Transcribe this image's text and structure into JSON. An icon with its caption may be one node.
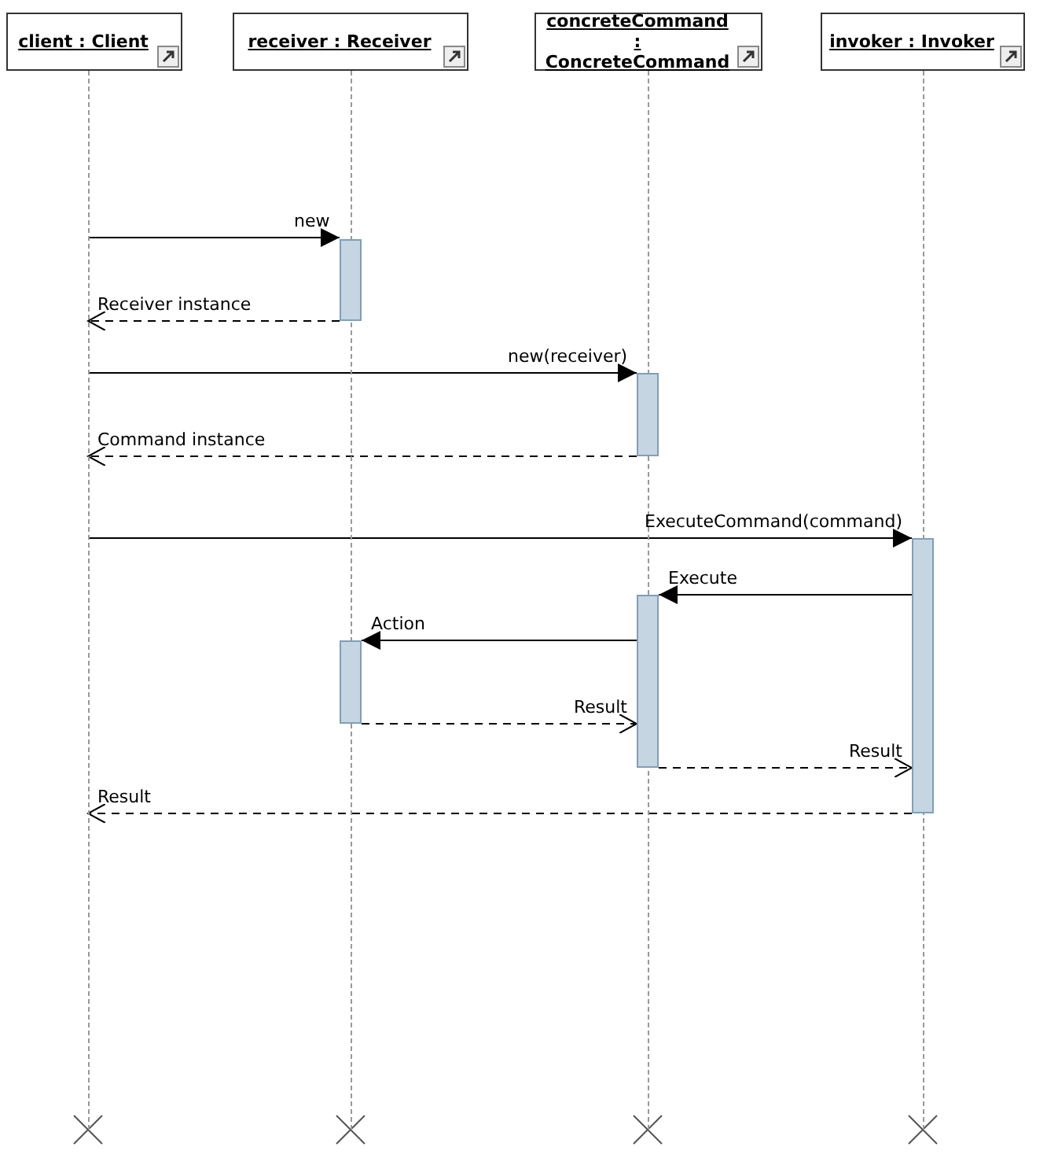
{
  "diagram": {
    "nodes": [
      {
        "text": [
          "client : Client"
        ]
      },
      {
        "text": [
          "receiver : Receiver"
        ]
      },
      {
        "text": [
          "concreteCommand : ConcreteCommand"
        ]
      },
      {
        "text": [
          "invoker : Invoker"
        ]
      },
      {
        "text": [],
        "shape": "line"
      },
      {
        "text": [],
        "shape": "line"
      },
      {
        "text": [],
        "shape": "line"
      },
      {
        "text": [],
        "shape": "line"
      },
      {
        "text": [],
        "shape": "bar"
      },
      {
        "text": [],
        "shape": "bar"
      },
      {
        "text": [],
        "shape": "bar"
      },
      {
        "text": [],
        "shape": "bar"
      },
      {
        "text": [],
        "shape": "bar"
      }
    ],
    "edges": [
      {
        "from": 4,
        "to": 8,
        "arrow": "to",
        "label": "new"
      },
      {
        "from": 8,
        "to": 4,
        "arrow": "to",
        "label": "Receiver instance",
        "style": "dashed"
      },
      {
        "from": 4,
        "to": 9,
        "arrow": "to",
        "label": "new(receiver)"
      },
      {
        "from": 9,
        "to": 4,
        "arrow": "to",
        "label": "Command instance",
        "style": "dashed"
      },
      {
        "from": 4,
        "to": 10,
        "arrow": "to",
        "label": "ExecuteCommand(command)"
      },
      {
        "from": 10,
        "to": 11,
        "arrow": "to",
        "label": "Execute"
      },
      {
        "from": 11,
        "to": 12,
        "arrow": "to",
        "label": "Action"
      },
      {
        "from": 12,
        "to": 11,
        "arrow": "to",
        "label": "Result",
        "style": "dashed"
      },
      {
        "from": 11,
        "to": 10,
        "arrow": "to",
        "label": "Result",
        "style": "dashed"
      },
      {
        "from": 10,
        "to": 4,
        "arrow": "to",
        "label": "Result",
        "style": "dashed"
      }
    ]
  }
}
